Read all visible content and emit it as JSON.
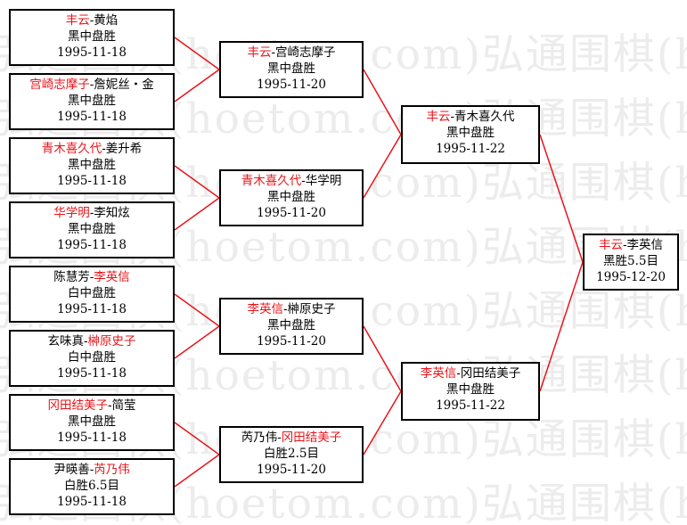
{
  "watermark": "弘通围棋(hoetom.com)弘通围棋(hoetom.com)弘通围棋",
  "colors": {
    "winner": "#e8141a",
    "line": "#e8141a",
    "border": "#000000",
    "watermark": "#ececec"
  },
  "rounds": [
    {
      "matches": [
        {
          "p1": "丰云",
          "p2": "黄焰",
          "winner": 1,
          "result": "黑中盘胜",
          "date": "1995-11-18"
        },
        {
          "p1": "宫崎志摩子",
          "p2": "詹妮丝・金",
          "winner": 1,
          "result": "黑中盘胜",
          "date": "1995-11-18"
        },
        {
          "p1": "青木喜久代",
          "p2": "姜升希",
          "winner": 1,
          "result": "黑中盘胜",
          "date": "1995-11-18"
        },
        {
          "p1": "华学明",
          "p2": "李知炫",
          "winner": 1,
          "result": "黑中盘胜",
          "date": "1995-11-18"
        },
        {
          "p1": "陈慧芳",
          "p2": "李英信",
          "winner": 2,
          "result": "白中盘胜",
          "date": "1995-11-18"
        },
        {
          "p1": "玄味真",
          "p2": "榊原史子",
          "winner": 2,
          "result": "白中盘胜",
          "date": "1995-11-18"
        },
        {
          "p1": "冈田结美子",
          "p2": "简莹",
          "winner": 1,
          "result": "黑中盘胜",
          "date": "1995-11-18"
        },
        {
          "p1": "尹暎善",
          "p2": "芮乃伟",
          "winner": 2,
          "result": "白胜6.5目",
          "date": "1995-11-18"
        }
      ]
    },
    {
      "matches": [
        {
          "p1": "丰云",
          "p2": "宫崎志摩子",
          "winner": 1,
          "result": "黑中盘胜",
          "date": "1995-11-20"
        },
        {
          "p1": "青木喜久代",
          "p2": "华学明",
          "winner": 1,
          "result": "黑中盘胜",
          "date": "1995-11-20"
        },
        {
          "p1": "李英信",
          "p2": "榊原史子",
          "winner": 1,
          "result": "黑中盘胜",
          "date": "1995-11-20"
        },
        {
          "p1": "芮乃伟",
          "p2": "冈田结美子",
          "winner": 2,
          "result": "白胜2.5目",
          "date": "1995-11-20"
        }
      ]
    },
    {
      "matches": [
        {
          "p1": "丰云",
          "p2": "青木喜久代",
          "winner": 1,
          "result": "黑中盘胜",
          "date": "1995-11-22"
        },
        {
          "p1": "李英信",
          "p2": "冈田结美子",
          "winner": 1,
          "result": "黑中盘胜",
          "date": "1995-11-22"
        }
      ]
    },
    {
      "matches": [
        {
          "p1": "丰云",
          "p2": "李英信",
          "winner": 1,
          "result": "黑胜5.5目",
          "date": "1995-12-20"
        }
      ]
    }
  ]
}
